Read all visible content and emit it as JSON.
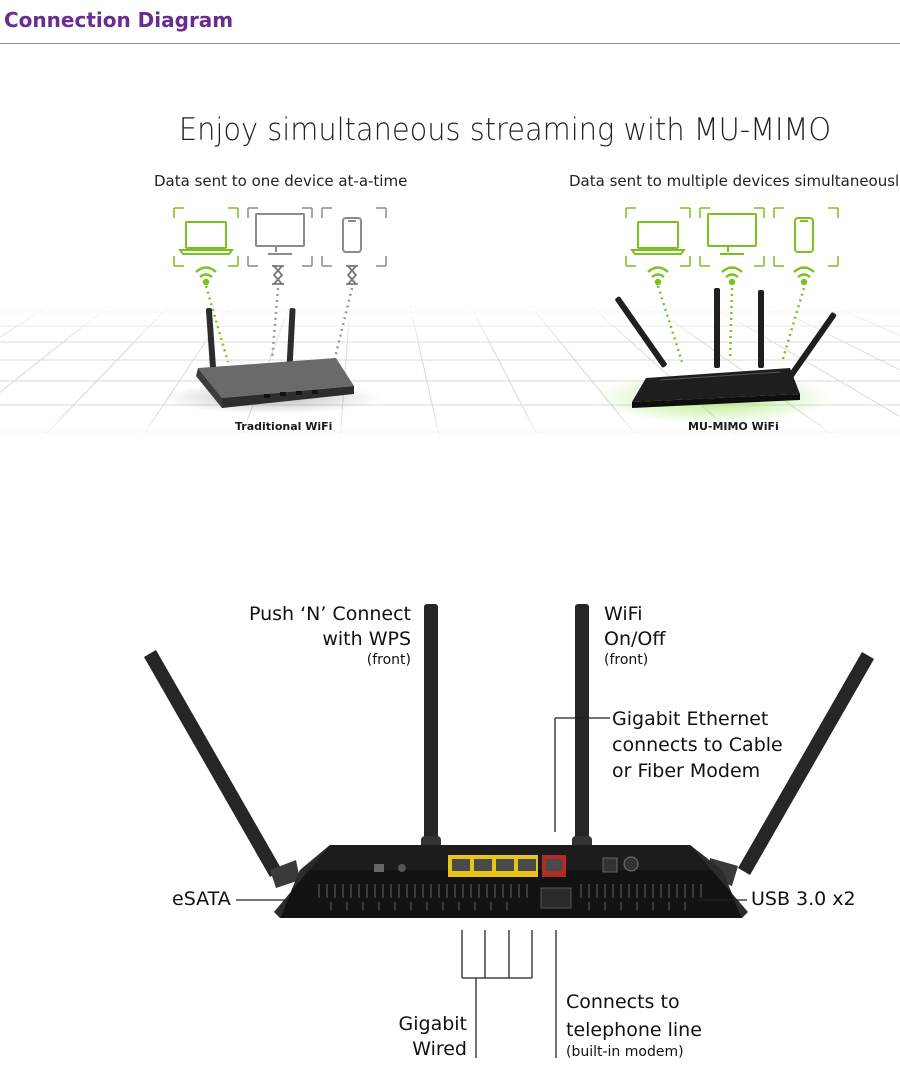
{
  "header": {
    "title": "Connection Diagram"
  },
  "mumimo": {
    "headline": "Enjoy simultaneous streaming with MU-MIMO",
    "left_caption": "Data sent to one device at-a-time",
    "right_caption": "Data sent to multiple devices simultaneously",
    "left_router_label": "Traditional WiFi",
    "right_router_label": "MU-MIMO WiFi",
    "accent_color": "#78c31e"
  },
  "callouts": {
    "wps_line1": "Push ‘N’ Connect",
    "wps_line2": "with WPS",
    "wps_sub": "(front)",
    "wifi_line1": "WiFi",
    "wifi_line2": "On/Off",
    "wifi_sub": "(front)",
    "ethernet_line1": "Gigabit Ethernet",
    "ethernet_line2": "connects to Cable",
    "ethernet_line3": "or Fiber Modem",
    "esata": "eSATA",
    "usb": "USB 3.0 x2",
    "wired_line1": "Gigabit",
    "wired_line2": "Wired",
    "phone_line1": "Connects to",
    "phone_line2": "telephone line",
    "phone_sub": "(built-in modem)"
  }
}
